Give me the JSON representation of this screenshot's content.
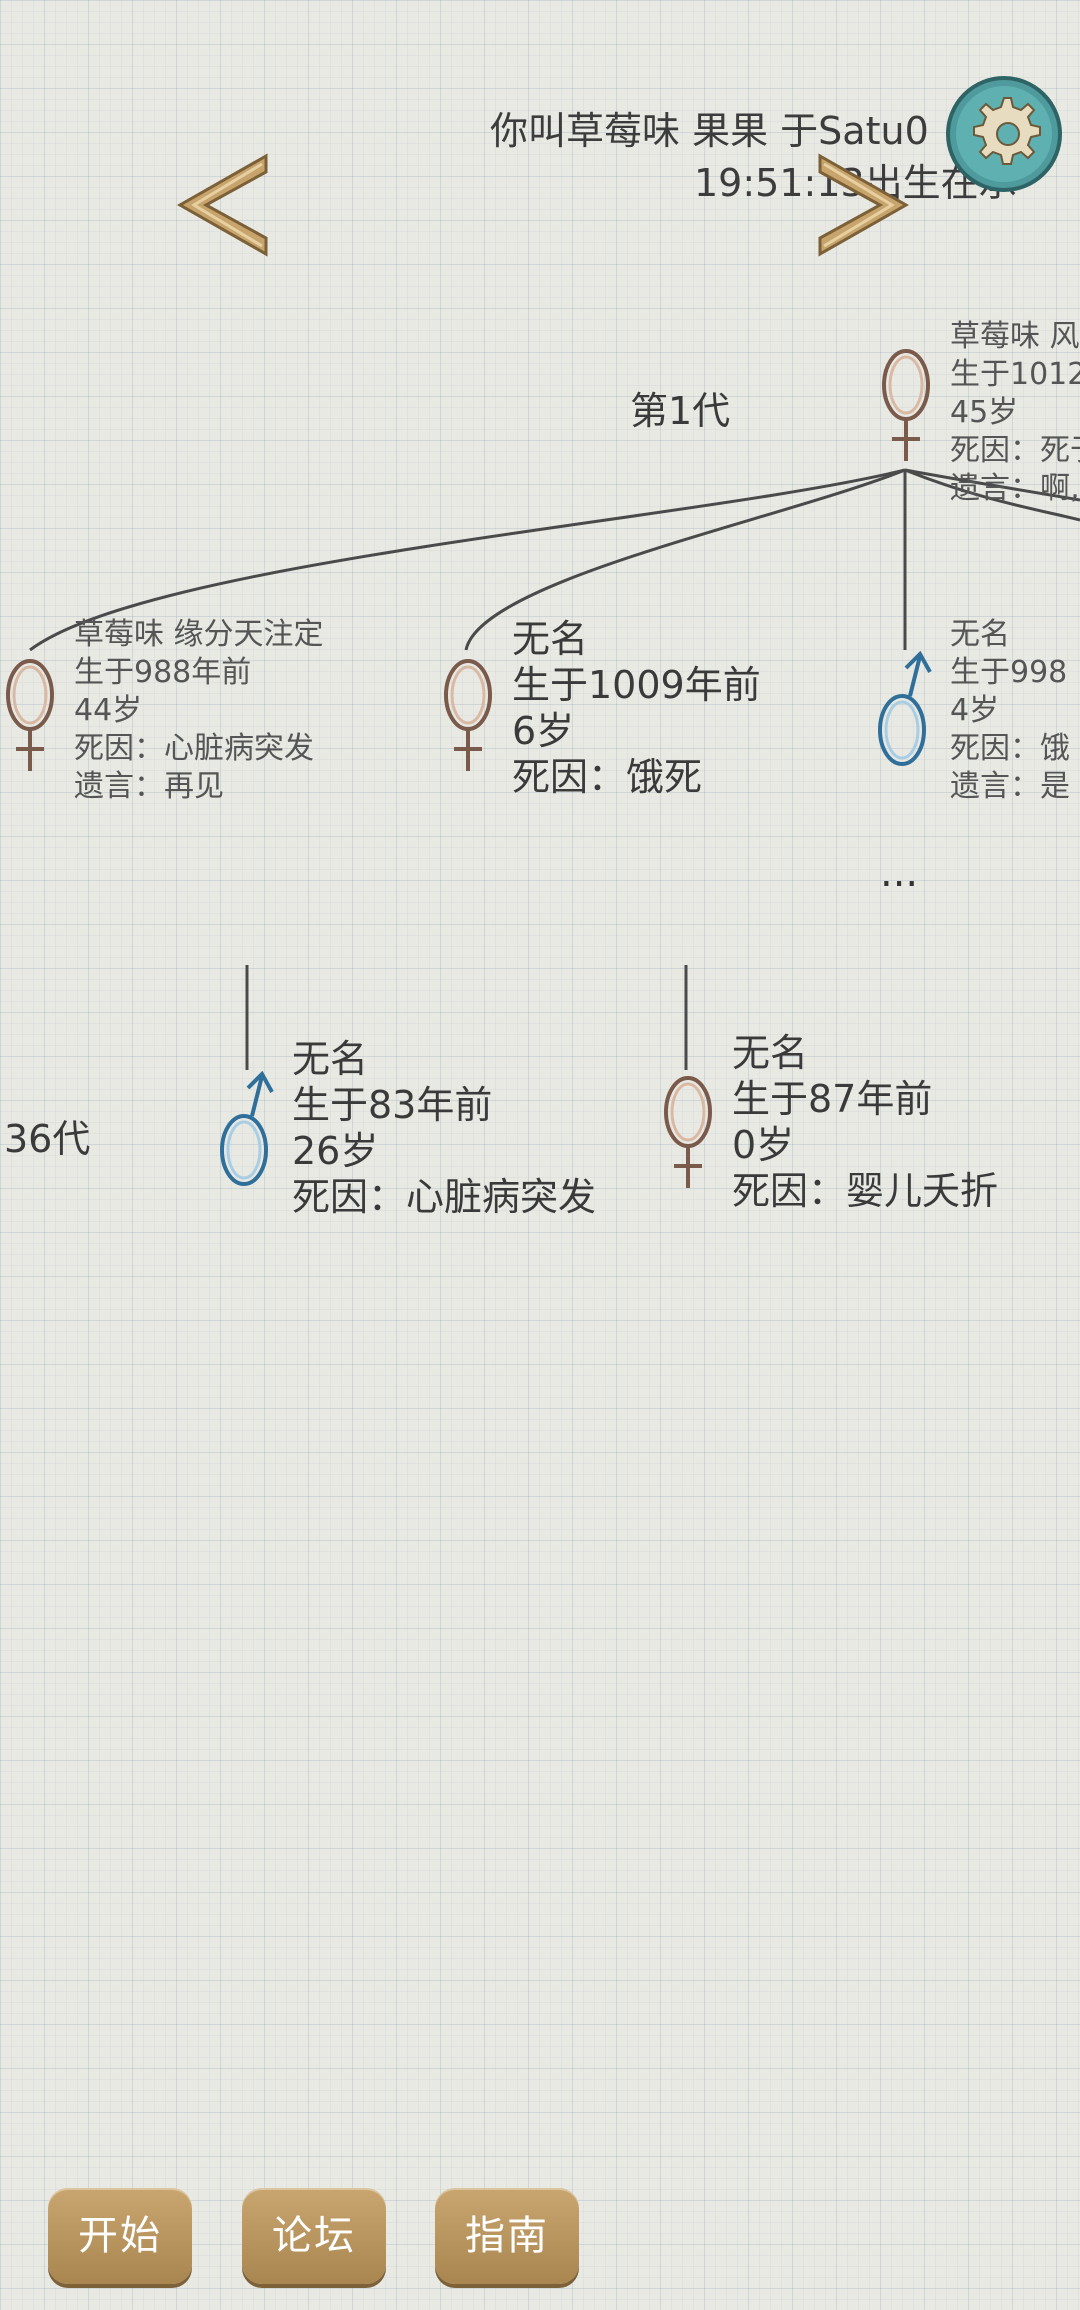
{
  "header": {
    "line1": "你叫草莓味 果果 于Satu",
    "line1_suffix": "0",
    "line2": "19:51:13出生在",
    "line2_suffix": "承"
  },
  "generations": {
    "first": "第1代",
    "last": "36代"
  },
  "root": {
    "name": "草莓味 风",
    "born": "生于1012",
    "age": "45岁",
    "death": "死因：死于",
    "last_words": "遗言：啊,"
  },
  "children": [
    {
      "name": "草莓味 缘分天注定",
      "born": "生于988年前",
      "age": "44岁",
      "death": "死因：心脏病突发",
      "last_words": "遗言：再见",
      "gender": "female"
    },
    {
      "name": "无名",
      "born": "生于1009年前",
      "age": "6岁",
      "death": "死因：饿死",
      "gender": "female"
    },
    {
      "name": "无名",
      "born": "生于998",
      "age": "4岁",
      "death": "死因：饿",
      "last_words": "遗言：是",
      "gender": "male"
    }
  ],
  "ellipsis": "...",
  "descendants": [
    {
      "name": "无名",
      "born": "生于83年前",
      "age": "26岁",
      "death": "死因：心脏病突发",
      "gender": "male"
    },
    {
      "name": "无名",
      "born": "生于87年前",
      "age": "0岁",
      "death": "死因：婴儿夭折",
      "gender": "female"
    }
  ],
  "nav": {
    "prev": "prev-arrow-icon",
    "next": "next-arrow-icon",
    "settings": "gear-icon"
  },
  "buttons": {
    "start": "开始",
    "forum": "论坛",
    "guide": "指南"
  },
  "colors": {
    "female": "#7a5a4a",
    "male": "#2f6f9a",
    "button": "#b89460",
    "gear": "#4f9a9c"
  }
}
